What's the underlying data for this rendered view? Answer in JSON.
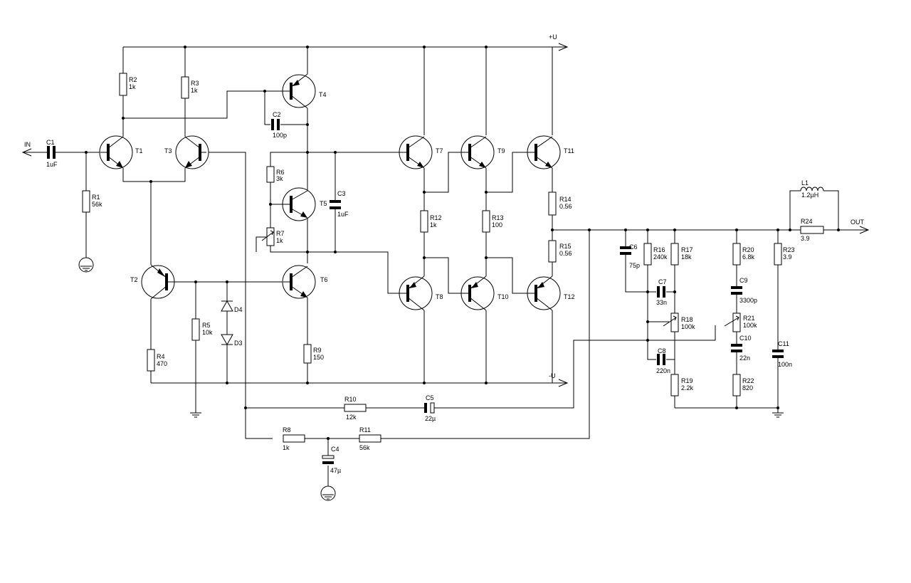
{
  "labels": {
    "in": "IN",
    "out": "OUT",
    "vplus": "+U",
    "vminus": "-U",
    "C1": [
      "C1",
      "1uF"
    ],
    "R1": [
      "R1",
      "56k"
    ],
    "R2": [
      "R2",
      "1k"
    ],
    "R3": [
      "R3",
      "1k"
    ],
    "T1": "T1",
    "T2": "T2",
    "T3": "T3",
    "T4": "T4",
    "T5": "T5",
    "T6": "T6",
    "T7": "T7",
    "T8": "T8",
    "T9": "T9",
    "T10": "T10",
    "T11": "T11",
    "T12": "T12",
    "C2": [
      "C2",
      "100p"
    ],
    "R6": [
      "R6",
      "3k"
    ],
    "R7": [
      "R7",
      "1k"
    ],
    "C3": [
      "C3",
      "1uF"
    ],
    "D4": "D4",
    "D3": "D3",
    "R4": [
      "R4",
      "470"
    ],
    "R5": [
      "R5",
      "10k"
    ],
    "R9": [
      "R9",
      "150"
    ],
    "R12": [
      "R12",
      "1k"
    ],
    "R13": [
      "R13",
      "100"
    ],
    "R14": [
      "R14",
      "0.56"
    ],
    "R15": [
      "R15",
      "0.56"
    ],
    "R10": [
      "R10",
      "12k"
    ],
    "C5": [
      "C5",
      "22µ"
    ],
    "R8": [
      "R8",
      "1k"
    ],
    "R11": [
      "R11",
      "56k"
    ],
    "C4": [
      "C4",
      "47µ"
    ],
    "C6": [
      "C6",
      "75p"
    ],
    "R16": [
      "R16",
      "240k"
    ],
    "R17": [
      "R17",
      "18k"
    ],
    "C7": [
      "C7",
      "33n"
    ],
    "R18": [
      "R18",
      "100k"
    ],
    "C8": [
      "C8",
      "220n"
    ],
    "R19": [
      "R19",
      "2.2k"
    ],
    "R20": [
      "R20",
      "6.8k"
    ],
    "C9": [
      "C9",
      "3300p"
    ],
    "R21": [
      "R21",
      "100k"
    ],
    "C10": [
      "C10",
      "22n"
    ],
    "R22": [
      "R22",
      "820"
    ],
    "R23": [
      "R23",
      "3.9"
    ],
    "C11": [
      "C11",
      "100n"
    ],
    "L1": [
      "L1",
      "1.2µH"
    ],
    "R24": [
      "R24",
      "3.9"
    ]
  }
}
